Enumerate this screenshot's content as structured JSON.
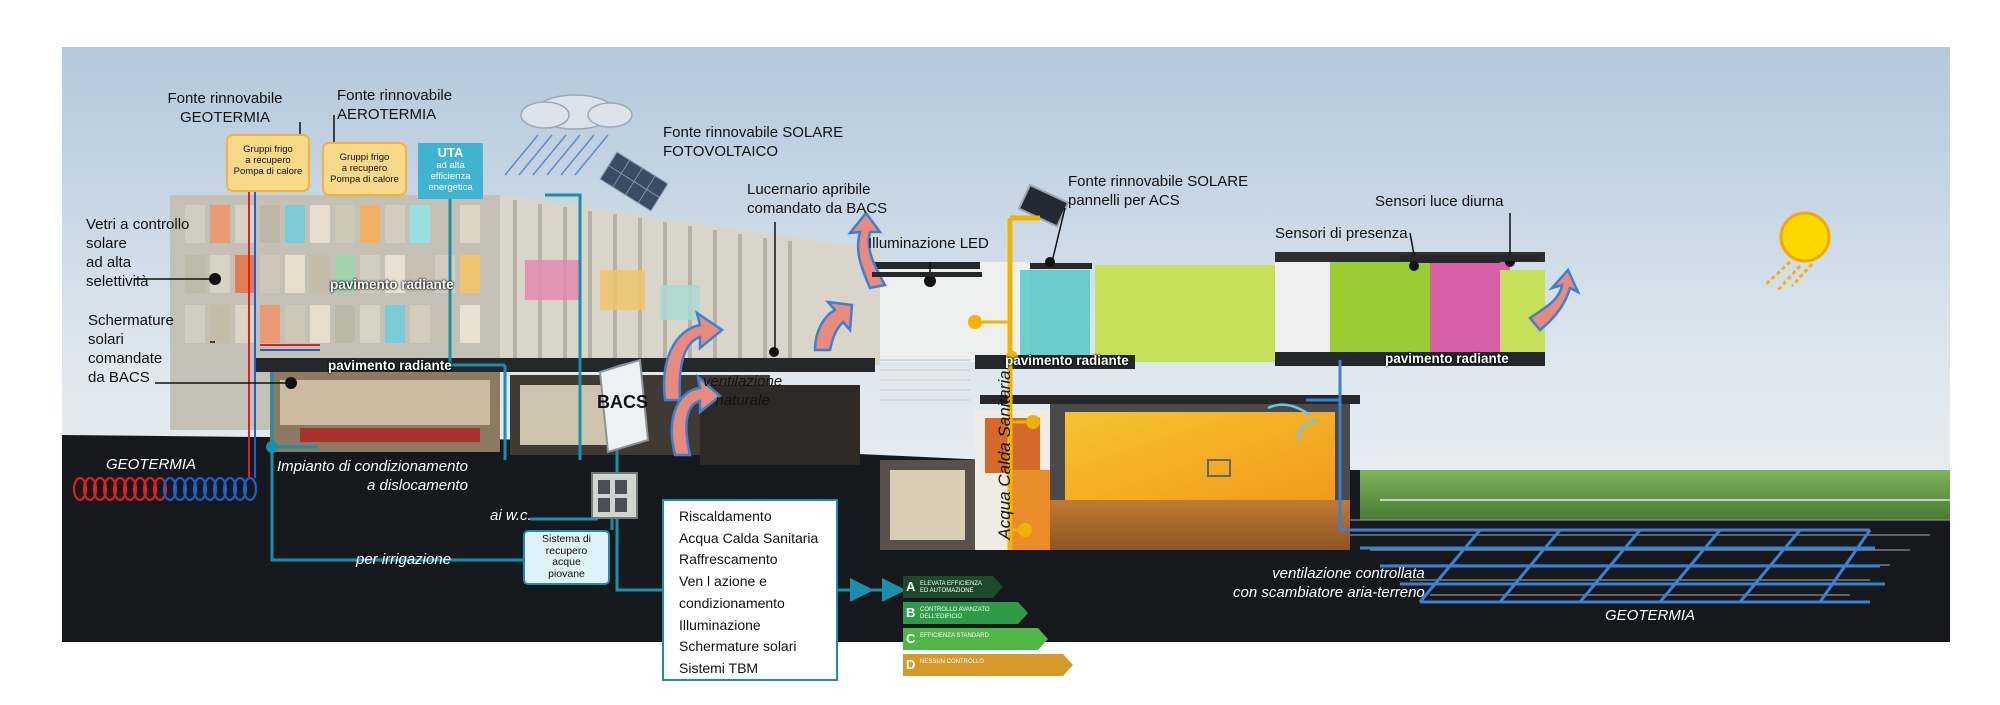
{
  "labels": {
    "geotermia_source": "Fonte rinnovabile\nGEOTERMIA",
    "aerotermia_source": "Fonte rinnovabile\nAEROTERMIA",
    "fotovoltaico_source": "Fonte rinnovabile SOLARE\nFOTOVOLTAICO",
    "solare_acs_source": "Fonte rinnovabile SOLARE\npannelli per ACS",
    "lucernario": "Lucernario apribile\ncomandato da BACS",
    "illuminazione_led": "Illuminazione LED",
    "sensori_presenza": "Sensori di presenza",
    "sensori_luce": "Sensori luce diurna",
    "vetri": "Vetri a controllo\nsolare\nad alta\nselettività",
    "schermature": "Schermature\nsolari\ncomandate\nda BACS",
    "impianto": "Impianto di condizionamento\na dislocamento",
    "ai_wc": "ai w.c.",
    "per_irrigazione": "per irrigazione",
    "ventilazione_naturale": "ventilazione\nnaturale",
    "ventilazione_controllata": "ventilazione  controllata\ncon scambiatore aria-terreno",
    "geotermia_left": "GEOTERMIA",
    "geotermia_right": "GEOTERMIA",
    "acqua_calda": "Acqua Calda Sanitaria",
    "bacs": "BACS",
    "sistema_recupero": "Sistema di\nrecupero\nacque\npiovane",
    "pavimento_radiante": "pavimento radiante"
  },
  "units": {
    "gruppi_frigo_1": "Gruppi frigo\na recupero\nPompa di calore",
    "gruppi_frigo_2": "Gruppi frigo\na recupero\nPompa di calore",
    "uta_title": "UTA",
    "uta_desc": "ad alta\nefficienza\nenergetica"
  },
  "systems": {
    "items": [
      "Riscaldamento",
      "Acqua Calda Sanitaria",
      "Raffrescamento",
      "Ven l azione e",
      "condizionamento",
      "Illuminazione",
      "Schermature solari",
      "Sistemi TBM"
    ]
  },
  "ratings": [
    {
      "letter": "A",
      "label": "ELEVATA EFFICIENZA\nED AUTOMAZIONE",
      "color": "#1c4a2a"
    },
    {
      "letter": "B",
      "label": "CONTROLLO AVANZATO\nDELL'EDIFICIO",
      "color": "#2e9b48"
    },
    {
      "letter": "C",
      "label": "EFFICIENZA STANDARD",
      "color": "#4fb748"
    },
    {
      "letter": "D",
      "label": "NESSUN CONTROLLO",
      "color": "#d79a2a"
    }
  ],
  "colors": {
    "sky_top": "#b8cadd",
    "pipe": "#1a8fa8",
    "hot": "#e02020",
    "cold": "#2060c8",
    "ground": "#15181d",
    "acs_line": "#f0b400",
    "sun": "#ffd700"
  }
}
